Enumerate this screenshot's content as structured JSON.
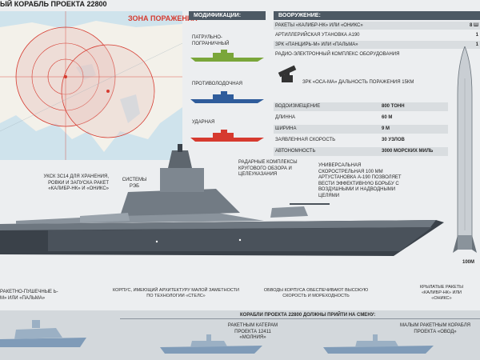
{
  "title": "ЫЙ КОРАБЛЬ ПРОЕКТА 22800",
  "map": {
    "zone_label": "ЗОНА ПОРАЖЕНИЯ"
  },
  "modifications": {
    "header": "МОДИФИКАЦИИ:",
    "items": [
      {
        "label": "ПАТРУЛЬНО-ПОГРАНИЧНЫЙ",
        "color": "#7aa63a"
      },
      {
        "label": "ПРОТИВОЛОДОЧНАЯ",
        "color": "#2f5c9b"
      },
      {
        "label": "УДАРНАЯ",
        "color": "#d63a2f"
      }
    ]
  },
  "armament": {
    "header": "ВООРУЖЕНИЕ:",
    "rows": [
      {
        "text": "РАКЕТЫ «КАЛИБР-НК» ИЛИ «ОНИКС»",
        "value": "8 Ш"
      },
      {
        "text": "АРТИЛЛЕРИЙСКАЯ УТАНОВКА  А190",
        "value": "1"
      },
      {
        "text": "ЗРК «ПАНЦИРЬ-М» ИЛИ «ПАЛЬМА»",
        "value": "1"
      },
      {
        "text": "РАДИО-ЭЛЕКТРОННЫЙ КОМПЛЕКС ОБОРУДОВАНИЯ",
        "value": ""
      }
    ],
    "zrk_note": "ЗРК «ОСА-МА»  ДАЛЬНОСТЬ ПОРАЖЕНИЯ 15КМ"
  },
  "specs": [
    {
      "name": "ВОДОИЗМЕЩЕНИЕ",
      "value": "800 ТОНН"
    },
    {
      "name": "ДЛИННА",
      "value": "60 М"
    },
    {
      "name": "ШИРИНА",
      "value": "9 М"
    },
    {
      "name": "ЗАЯВЛЕННАЯ СКОРОСТЬ",
      "value": "30 УЗЛОВ"
    },
    {
      "name": "АВТОНОМНОСТЬ",
      "value": "3000 МОРСКИХ МИЛЬ"
    }
  ],
  "missile_label": "100М",
  "callouts": {
    "vls": "УКСК ЗС14 ДЛЯ ХРАНЕНИЯ, РОВКИ И ЗАПУСКА РАКЕТ «КАЛИБР-НК» И «ОНИКС»",
    "reb": "СИСТЕМЫ РЭБ",
    "radar": "РАДАРНЫЕ КОМПЛЕКСЫ КРУГОВОГО ОБЗОРА И ЦЕЛЕУКАЗАНИЯ",
    "gun": "УНИВЕРСАЛЬНАЯ СКОРОСТРЕЛЬНАЯ 100 ММ АРТУСТАНОВКА А-190 ПОЗВОЛЯЕТ ВЕСТИ ЭФФЕКТИВНУЮ БОРЬБУ С ВОЗДУШНЫМИ И НАДВОДНЫМИ ЦЕЛЯМИ",
    "missile_gun": "РАКЕТНО-ПУШЕЧНЫЕ Ь-М» ИЛИ «ПАЛЬМА»",
    "hull": "КОРПУС, ИМЕЮЩИЙ АРХИТЕКТУРУ МАЛОЙ ЗАМЕТНОСТИ ПО ТЕХНОЛОГИИ «СТЕЛС»",
    "contours": "ОБВОДЫ КОРПУСА ОБЕСПЕЧИВАЮТ ВЫСОКУЮ СКОРОСТЬ И МОРЕХОДНОСТЬ",
    "cruise": "КРЫЛАТЫЕ РАКЕТЫ «КАЛИБР-НК» ИЛИ «ОНИКС»"
  },
  "replace": {
    "header": "КОРАБЛИ ПРОЕКТА 22800 ДОЛЖНЫ ПРИЙТИ НА СМЕНУ:",
    "items": [
      {
        "label": "РАКЕТНЫМ КАТЕРАМ ПРОЕКТА 12411 «МОЛНИЯ»"
      },
      {
        "label": "МАЛЫМ РАКЕТНЫМ КОРАБЛЯ ПРОЕКТА «ОВОД»"
      }
    ]
  }
}
